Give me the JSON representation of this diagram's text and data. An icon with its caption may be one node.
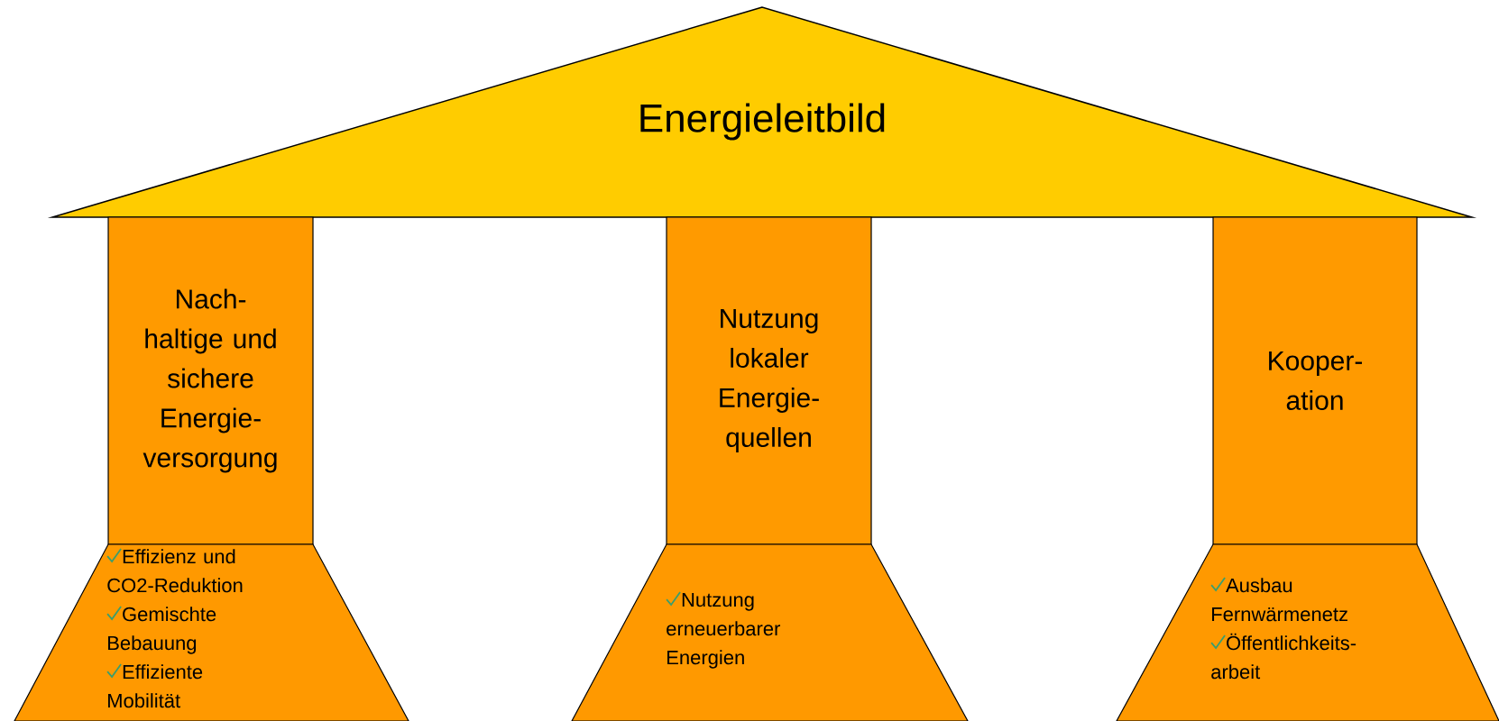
{
  "diagram": {
    "nodes": [
      {
        "text": [
          "Energieleitbild"
        ]
      },
      {
        "text": [
          "Nach- haltige und sichere Energie- versorgung"
        ]
      },
      {
        "text": [
          "Nutzung lokaler Energie- quellen"
        ]
      },
      {
        "text": [
          "Kooper- ation"
        ]
      },
      {
        "text": [
          "Effizienz und CO2-Reduktion",
          "Gemischte Bebauung",
          "Effiziente Mobilität"
        ]
      },
      {
        "text": [
          "Nutzung erneuerbarer Energien"
        ]
      },
      {
        "text": [
          "Ausbau Fernwärmenetz",
          "Öffentlichkeits- arbeit"
        ]
      }
    ]
  }
}
